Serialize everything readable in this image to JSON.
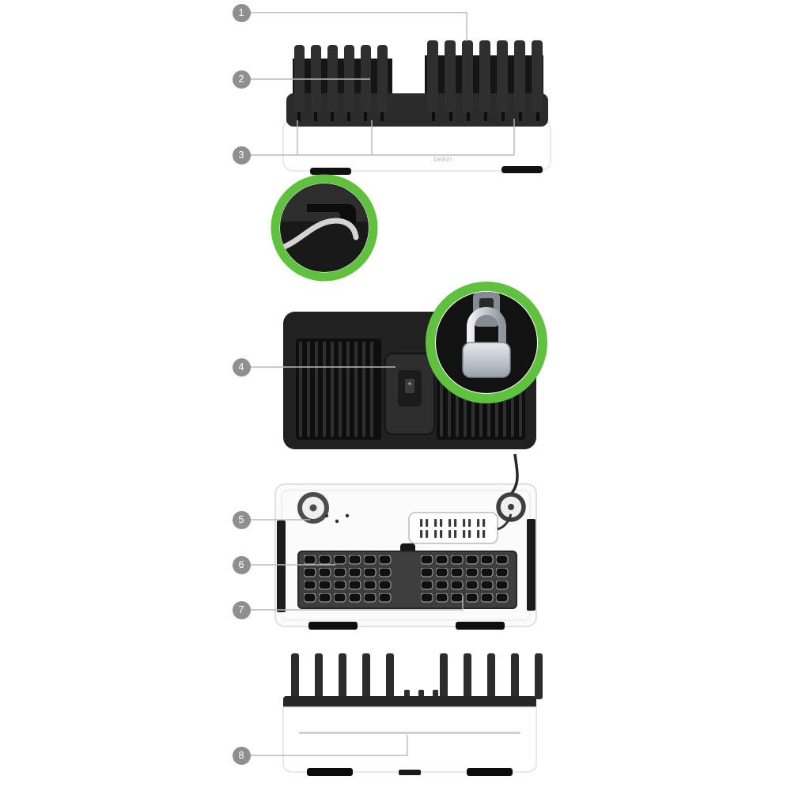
{
  "page": {
    "background": "#ffffff"
  },
  "brand": {
    "logo_text": "belkin"
  },
  "colors": {
    "accent_green": "#5fc13d",
    "callout_background": "#8f8f8f",
    "callout_number": "#ffffff",
    "leader_line": "#b9b9b9",
    "device_dark": "#262626",
    "device_body": "#ffffff",
    "padlock_silver": "#c2c8ce"
  },
  "views": [
    {
      "name": "charging-station-perspective-view"
    },
    {
      "name": "cable-clip-detail-inset"
    },
    {
      "name": "rear-view"
    },
    {
      "name": "padlock-security-detail-inset"
    },
    {
      "name": "internal-top-view"
    },
    {
      "name": "front-view"
    }
  ],
  "callouts": [
    {
      "label": "1"
    },
    {
      "label": "2"
    },
    {
      "label": "3"
    },
    {
      "label": "4"
    },
    {
      "label": "5"
    },
    {
      "label": "6"
    },
    {
      "label": "7"
    },
    {
      "label": "8"
    }
  ]
}
